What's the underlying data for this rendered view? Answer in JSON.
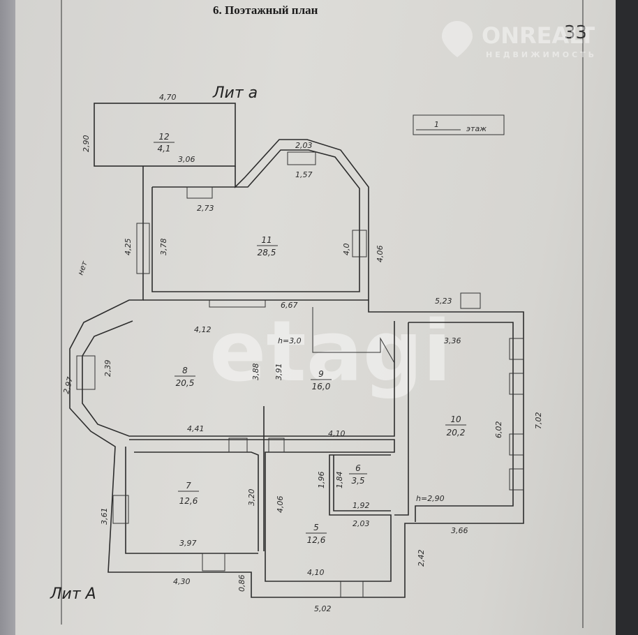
{
  "title": "6. Поэтажный план",
  "page_note": "33",
  "floor_stamp": {
    "number": "1",
    "label": "этаж"
  },
  "lit_a_small": "Лит а",
  "lit_a_big": "Лит А",
  "handwritten_note": "нет",
  "watermarks": {
    "onreal": "ONREALT",
    "onreal_sub": "НЕДВИЖИМОСТЬ",
    "etagi": "etagi"
  },
  "rooms": [
    {
      "num": "12",
      "area": "4,1"
    },
    {
      "num": "11",
      "area": "28,5"
    },
    {
      "num": "8",
      "area": "20,5"
    },
    {
      "num": "9",
      "area": "16,0"
    },
    {
      "num": "10",
      "area": "20,2"
    },
    {
      "num": "7",
      "area": "12,6"
    },
    {
      "num": "6",
      "area": "3,5"
    },
    {
      "num": "5",
      "area": "12,6"
    }
  ],
  "heights": {
    "h1": "h=3,0",
    "h2": "h=2,90"
  },
  "dims": {
    "d470": "4,70",
    "d290": "2,90",
    "d306": "3,06",
    "d273": "2,73",
    "d203a": "2,03",
    "d157": "1,57",
    "d425": "4,25",
    "d378": "3,78",
    "d40": "4,0",
    "d406a": "4,06",
    "d667": "6,67",
    "d523": "5,23",
    "d412": "4,12",
    "d336": "3,36",
    "d297": "2,97",
    "d239": "2,39",
    "d388": "3,88",
    "d391": "3,91",
    "d702": "7,02",
    "d602": "6,02",
    "d441": "4,41",
    "d410a": "4,10",
    "d361": "3,61",
    "d320": "3,20",
    "d406b": "4,06",
    "d196": "1,96",
    "d184": "1,84",
    "d192": "1,92",
    "d203b": "2,03",
    "d397": "3,97",
    "d366": "3,66",
    "d242": "2,42",
    "d430": "4,30",
    "d086": "0,86",
    "d410b": "4,10",
    "d502": "5,02"
  }
}
